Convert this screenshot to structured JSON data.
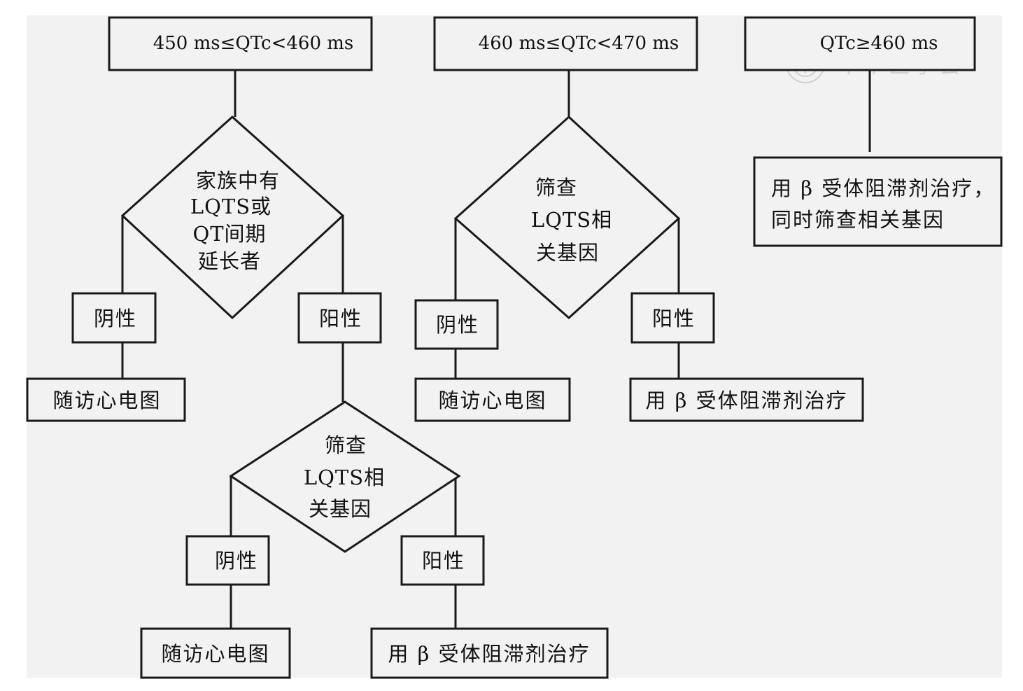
{
  "colors": {
    "background": "#f2f2f2",
    "line": "#1a1a1a",
    "text": "#111111",
    "watermark": "#cfcfcf"
  },
  "watermark": {
    "text": "中华医学会",
    "icon": "society-seal-icon"
  },
  "col1": {
    "header": "450 ms≤QTc<460 ms",
    "decision": [
      "家族中有",
      "LQTS或",
      "QT间期",
      "延长者"
    ],
    "negative": "阴性",
    "positive": "阳性",
    "negative_action": "随访心电图",
    "screen": [
      "筛查",
      "LQTS相",
      "关基因"
    ],
    "screen_negative": "阴性",
    "screen_positive": "阳性",
    "screen_negative_action": "随访心电图",
    "screen_positive_action": "用 β 受体阻滞剂治疗"
  },
  "col2": {
    "header": "460 ms≤QTc<470 ms",
    "decision": [
      "筛查",
      "LQTS相",
      "关基因"
    ],
    "negative": "阴性",
    "positive": "阳性",
    "negative_action": "随访心电图",
    "positive_action": "用 β 受体阻滞剂治疗"
  },
  "col3": {
    "header": "QTc≥460 ms",
    "action": [
      "用 β 受体阻滞剂治疗，",
      "同时筛查相关基因"
    ]
  }
}
